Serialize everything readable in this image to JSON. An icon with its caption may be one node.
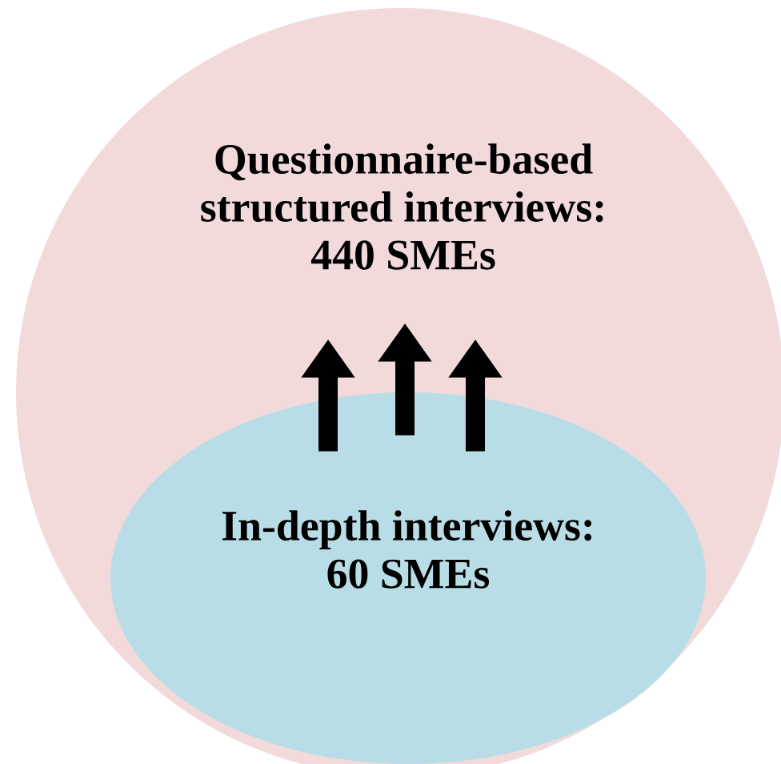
{
  "diagram": {
    "nodes": [
      {
        "text": [
          "Questionnaire-based structured interviews: 440 SMEs"
        ]
      },
      {
        "text": [
          "In-depth interviews: 60 SMEs"
        ],
        "in": 0
      }
    ],
    "edges": [
      {
        "from": 1,
        "to": null,
        "arrow": "to"
      },
      {
        "from": 1,
        "to": null,
        "arrow": "to"
      },
      {
        "from": 1,
        "to": null,
        "arrow": "to"
      }
    ]
  }
}
